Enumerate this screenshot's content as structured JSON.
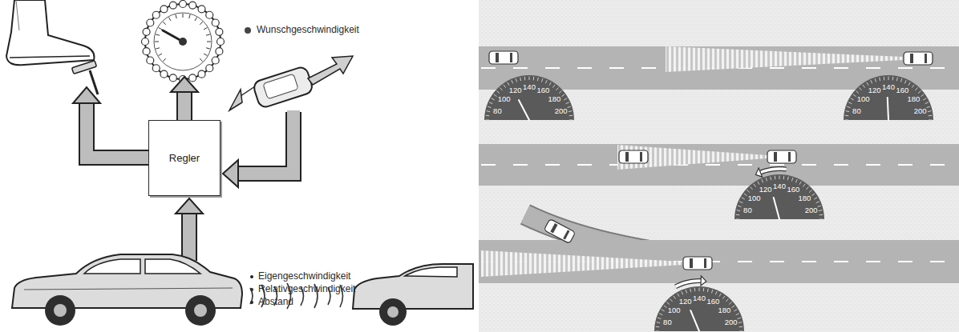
{
  "diagram": {
    "nodes": [
      {
        "text": [
          "Regler"
        ]
      }
    ],
    "labels": [
      "Wunschgeschwindigkeit",
      "Eigengeschwindigkeit",
      "Relativgeschwindigkeit",
      "Abstand",
      "80",
      "100",
      "120",
      "140",
      "160",
      "180",
      "200",
      "80",
      "100",
      "120",
      "140",
      "160",
      "180",
      "200",
      "80",
      "100",
      "120",
      "140",
      "160",
      "180",
      "200",
      "80",
      "100",
      "120",
      "140",
      "160",
      "180",
      "200"
    ]
  }
}
